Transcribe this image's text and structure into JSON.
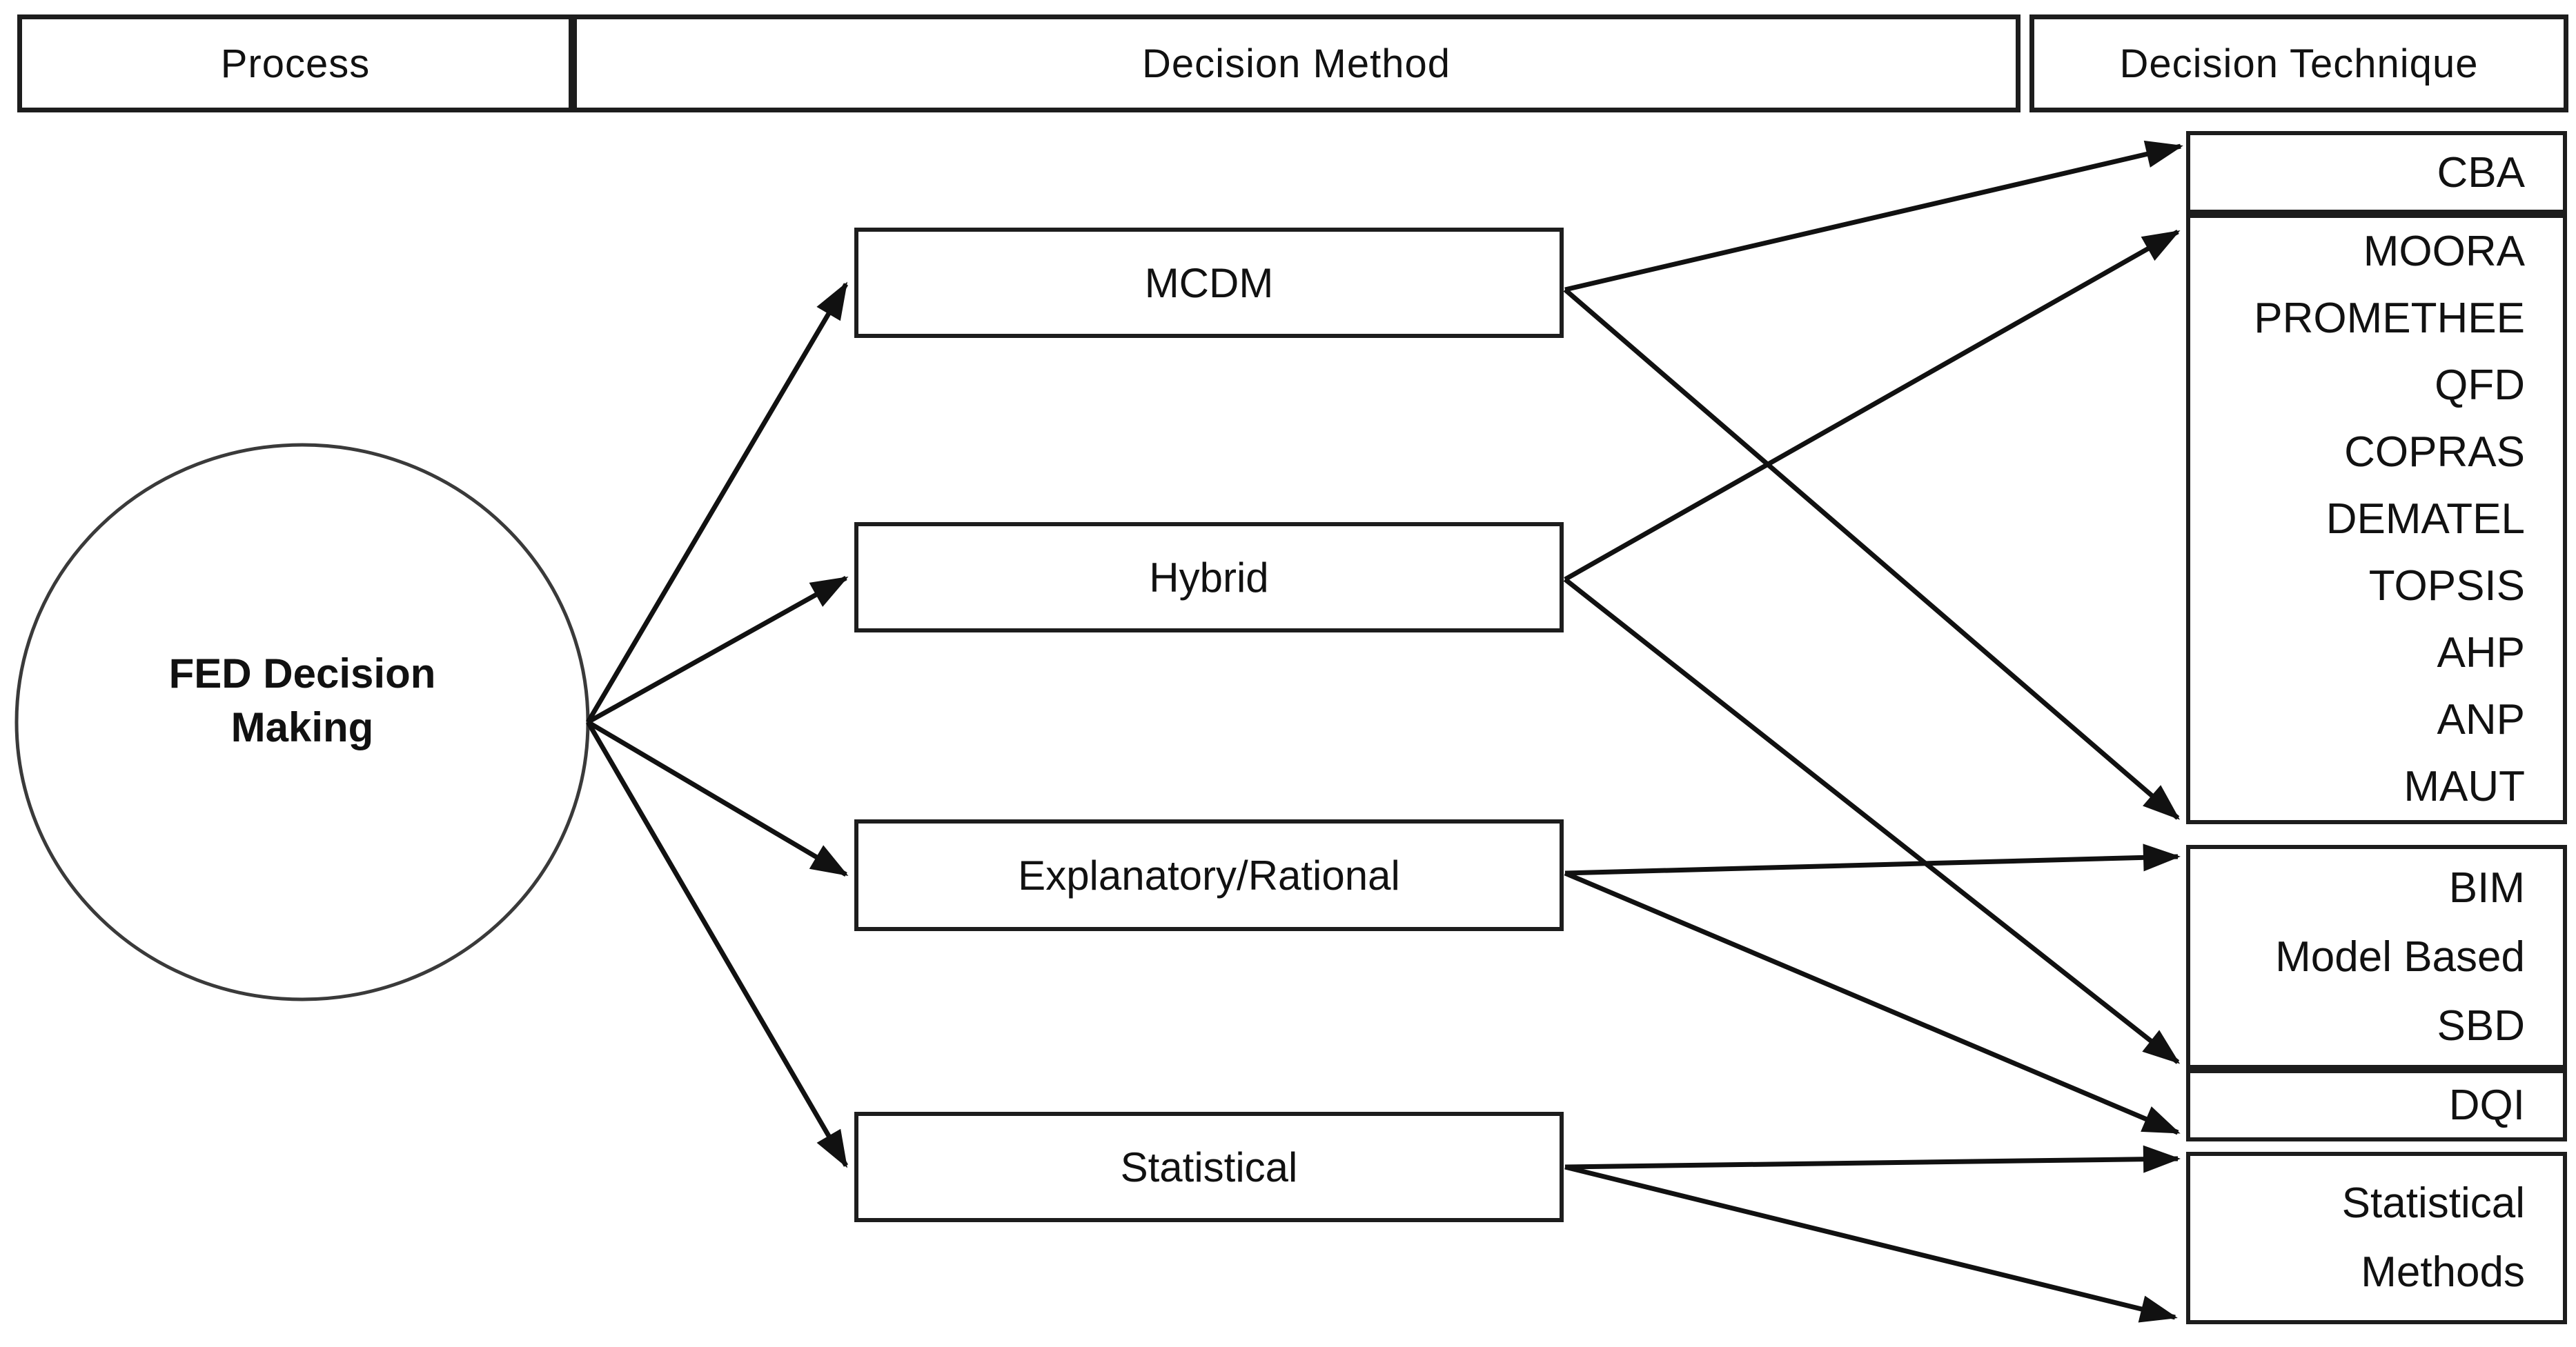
{
  "page": {
    "background": "#ffffff",
    "ink": "#111111",
    "line_color": "#111111",
    "box_border_color": "#1d1d1d"
  },
  "header": {
    "columns": [
      {
        "label": "Process"
      },
      {
        "label": "Decision Method"
      },
      {
        "label": "Decision Technique"
      }
    ]
  },
  "process_node": {
    "line1": "FED Decision",
    "line2": "Making"
  },
  "methods": [
    {
      "label": "MCDM"
    },
    {
      "label": "Hybrid"
    },
    {
      "label": "Explanatory/Rational"
    },
    {
      "label": "Statistical"
    }
  ],
  "technique_groups": [
    {
      "name": "cba",
      "items": [
        "CBA"
      ]
    },
    {
      "name": "mcdm-techniques",
      "items": [
        "MOORA",
        "PROMETHEE",
        "QFD",
        "COPRAS",
        "DEMATEL",
        "TOPSIS",
        "AHP",
        "ANP",
        "MAUT"
      ]
    },
    {
      "name": "model-based",
      "items": [
        "BIM",
        "Model Based",
        "SBD"
      ]
    },
    {
      "name": "dqi",
      "items": [
        "DQI"
      ]
    },
    {
      "name": "statistical-methods",
      "items": [
        "Statistical",
        "Methods"
      ]
    }
  ]
}
